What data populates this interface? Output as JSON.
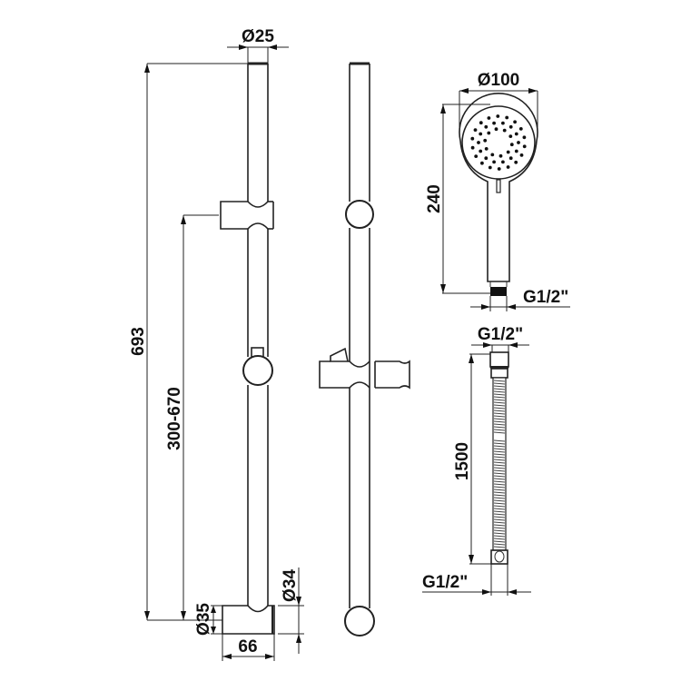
{
  "drawing": {
    "title": "Shower slide rail set technical drawing",
    "units": "mm",
    "colors": {
      "line": "#222222",
      "background": "#ffffff"
    }
  },
  "slide_rail_front": {
    "dimensions": {
      "rail_diameter": "Ø25",
      "total_height": "693",
      "holder_adjust_range": "300-670",
      "bracket_diameter": "Ø35",
      "rail_end_diameter": "Ø34",
      "bracket_projection": "66"
    }
  },
  "slide_rail_side": {},
  "hand_shower": {
    "dimensions": {
      "head_diameter": "Ø100",
      "length": "240",
      "connection": "G1/2\""
    }
  },
  "hose": {
    "dimensions": {
      "top_connection": "G1/2\"",
      "length": "1500",
      "bottom_connection": "G1/2\""
    }
  }
}
